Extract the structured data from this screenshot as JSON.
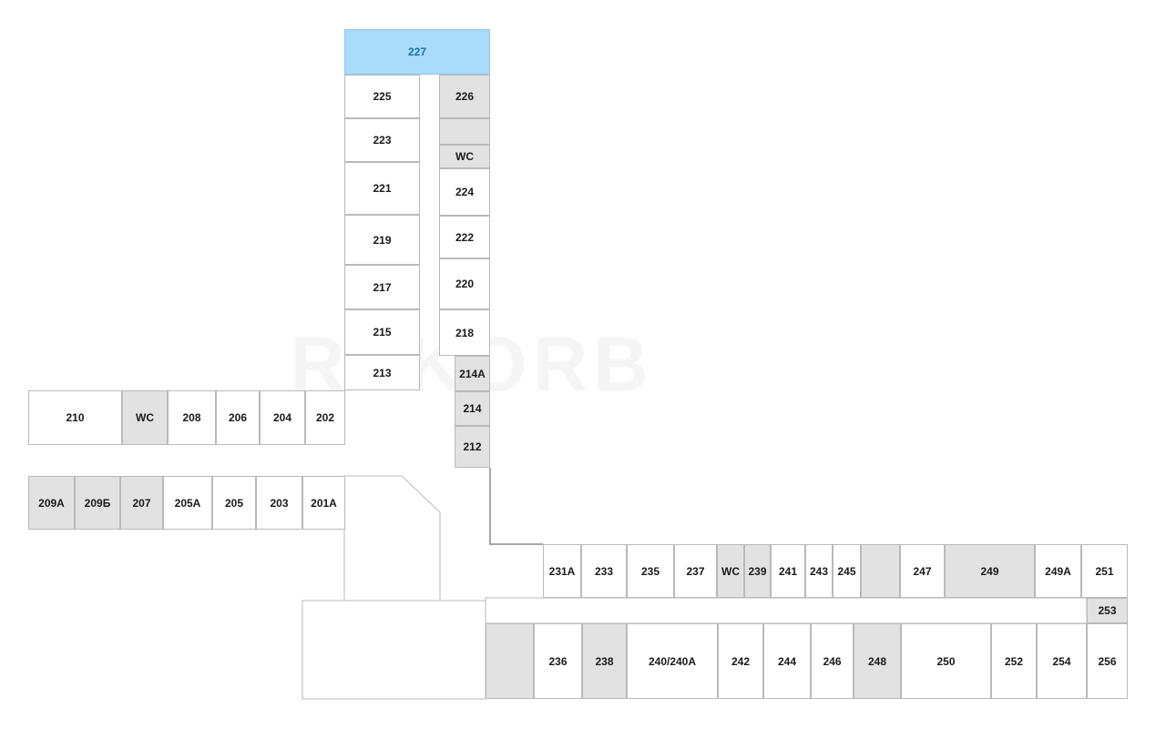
{
  "plan": {
    "selected_room": "227",
    "watermark": "REKORB",
    "colors": {
      "selected": "#a9dbfa",
      "service": "#e2e2e2",
      "room": "#ffffff",
      "border": "#b9b9b9"
    }
  },
  "rooms": {
    "r227": "227",
    "r225": "225",
    "r226": "226",
    "r223": "223",
    "r226b": "",
    "wc1": "WC",
    "r221": "221",
    "r224": "224",
    "r219": "219",
    "r222": "222",
    "r217": "217",
    "r220": "220",
    "r215": "215",
    "r218": "218",
    "r213": "213",
    "r214a": "214A",
    "r214": "214",
    "r212": "212",
    "r210": "210",
    "wc2": "WC",
    "r208": "208",
    "r206": "206",
    "r204": "204",
    "r202": "202",
    "r209a": "209A",
    "r209b": "209Б",
    "r207": "207",
    "r205a": "205A",
    "r205": "205",
    "r203": "203",
    "r201a": "201A",
    "r231a": "231A",
    "r233": "233",
    "r235": "235",
    "r237": "237",
    "wc3": "WC",
    "r239": "239",
    "r241": "241",
    "r243": "243",
    "r245": "245",
    "blank1": "",
    "r247": "247",
    "r249": "249",
    "r249a": "249A",
    "r251": "251",
    "r253": "253",
    "blank2": "",
    "r236": "236",
    "r238": "238",
    "r240": "240/240A",
    "r242": "242",
    "r244": "244",
    "r246": "246",
    "r248": "248",
    "r250": "250",
    "r252": "252",
    "r254": "254",
    "r256": "256"
  }
}
